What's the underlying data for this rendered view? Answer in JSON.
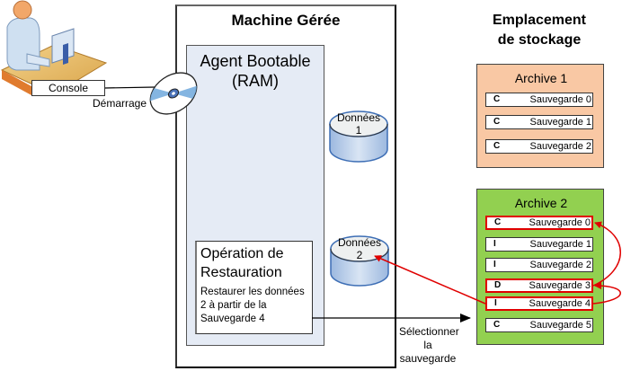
{
  "diagram": {
    "console": {
      "label": "Console"
    },
    "boot_link": {
      "label": "Démarrage"
    },
    "machine": {
      "title": "Machine Gérée"
    },
    "agent": {
      "title_line1": "Agent Bootable",
      "title_line2": "(RAM)"
    },
    "data_volumes": [
      {
        "line1": "Données",
        "line2": "1"
      },
      {
        "line1": "Données",
        "line2": "2"
      }
    ],
    "operation": {
      "title_line1": "Opération de",
      "title_line2": "Restauration",
      "desc_line1": "Restaurer les données",
      "desc_line2": "2 à partir de la",
      "desc_line3": "Sauvegarde 4"
    },
    "select_link": {
      "line1": "Sélectionner",
      "line2": "la",
      "line3": "sauvegarde"
    },
    "storage": {
      "title_line1": "Emplacement",
      "title_line2": "de stockage",
      "archives": [
        {
          "title": "Archive 1",
          "color": "#f9c8a4",
          "backups": [
            {
              "type": "C",
              "name": "Sauvegarde 0",
              "highlighted": false
            },
            {
              "type": "C",
              "name": "Sauvegarde 1",
              "highlighted": false
            },
            {
              "type": "C",
              "name": "Sauvegarde 2",
              "highlighted": false
            }
          ]
        },
        {
          "title": "Archive 2",
          "color": "#92d050",
          "backups": [
            {
              "type": "C",
              "name": "Sauvegarde 0",
              "highlighted": true
            },
            {
              "type": "I",
              "name": "Sauvegarde 1",
              "highlighted": false
            },
            {
              "type": "I",
              "name": "Sauvegarde 2",
              "highlighted": false
            },
            {
              "type": "D",
              "name": "Sauvegarde 3",
              "highlighted": true
            },
            {
              "type": "I",
              "name": "Sauvegarde 4",
              "highlighted": true
            },
            {
              "type": "C",
              "name": "Sauvegarde 5",
              "highlighted": false
            }
          ]
        }
      ]
    },
    "colors": {
      "highlight": "#e00000",
      "agent_bg": "#e5ebf5"
    }
  }
}
